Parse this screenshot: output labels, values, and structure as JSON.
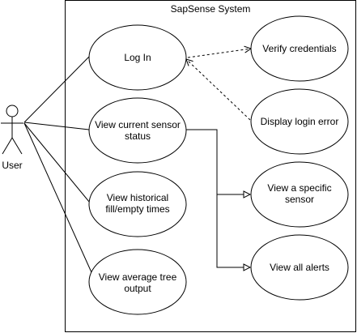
{
  "diagram": {
    "system_title": "SapSense System",
    "actor_label": "User",
    "use_cases": {
      "login": [
        "Log In"
      ],
      "current_status": [
        "View current sensor",
        "status"
      ],
      "historical": [
        "View historical",
        "fill/empty times"
      ],
      "average_output": [
        "View average tree",
        "output"
      ],
      "verify_credentials": [
        "Verify credentials"
      ],
      "login_error": [
        "Display login error"
      ],
      "specific_sensor": [
        "View a specific",
        "sensor"
      ],
      "all_alerts": [
        "View all alerts"
      ]
    },
    "relations": [
      {
        "from": "actor",
        "to": "login",
        "kind": "association"
      },
      {
        "from": "actor",
        "to": "current_status",
        "kind": "association"
      },
      {
        "from": "actor",
        "to": "historical",
        "kind": "association"
      },
      {
        "from": "actor",
        "to": "average_output",
        "kind": "association"
      },
      {
        "from": "login",
        "to": "verify_credentials",
        "kind": "dependency"
      },
      {
        "from": "login_error",
        "to": "login",
        "kind": "dependency"
      },
      {
        "from": "current_status",
        "to": "specific_sensor",
        "kind": "generalization"
      },
      {
        "from": "current_status",
        "to": "all_alerts",
        "kind": "generalization"
      }
    ],
    "colors": {
      "stroke": "#000000",
      "fill": "#ffffff",
      "text": "#000000"
    }
  }
}
